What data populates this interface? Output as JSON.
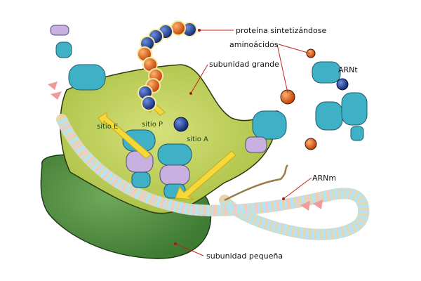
{
  "diagram": {
    "labels": {
      "protein": "proteína sintetizándose",
      "amino_acids": "aminoácidos",
      "large_subunit": "subunidad grande",
      "trna": "ARNt",
      "mrna": "ARNm",
      "small_subunit": "subunidad pequeña"
    },
    "sites": {
      "e": "sitio E",
      "p": "sitio P",
      "a": "sitio A"
    },
    "colors": {
      "large_subunit": "#b9cf4f",
      "small_subunit": "#4f8f3f",
      "trna_body": "#3fb1c6",
      "amino_acid_orange": "#e8590c",
      "amino_acid_blue": "#1f3f9a",
      "leader": "#c0241b",
      "arrow": "#f5d93a"
    },
    "mrna_nucleotide_colors": [
      "#f3d9a8",
      "#b9e3f0",
      "#f7c7c0",
      "#e8e6c0"
    ],
    "protein_chain": [
      {
        "color": "#1f3f9a"
      },
      {
        "color": "#e87d0c"
      },
      {
        "color": "#1f3f9a"
      },
      {
        "color": "#1f3f9a"
      },
      {
        "color": "#1f3f9a"
      },
      {
        "color": "#e8590c"
      },
      {
        "color": "#e8590c"
      },
      {
        "color": "#e8590c"
      },
      {
        "color": "#e8590c"
      },
      {
        "color": "#1f3f9a"
      },
      {
        "color": "#1f3f9a"
      }
    ]
  }
}
